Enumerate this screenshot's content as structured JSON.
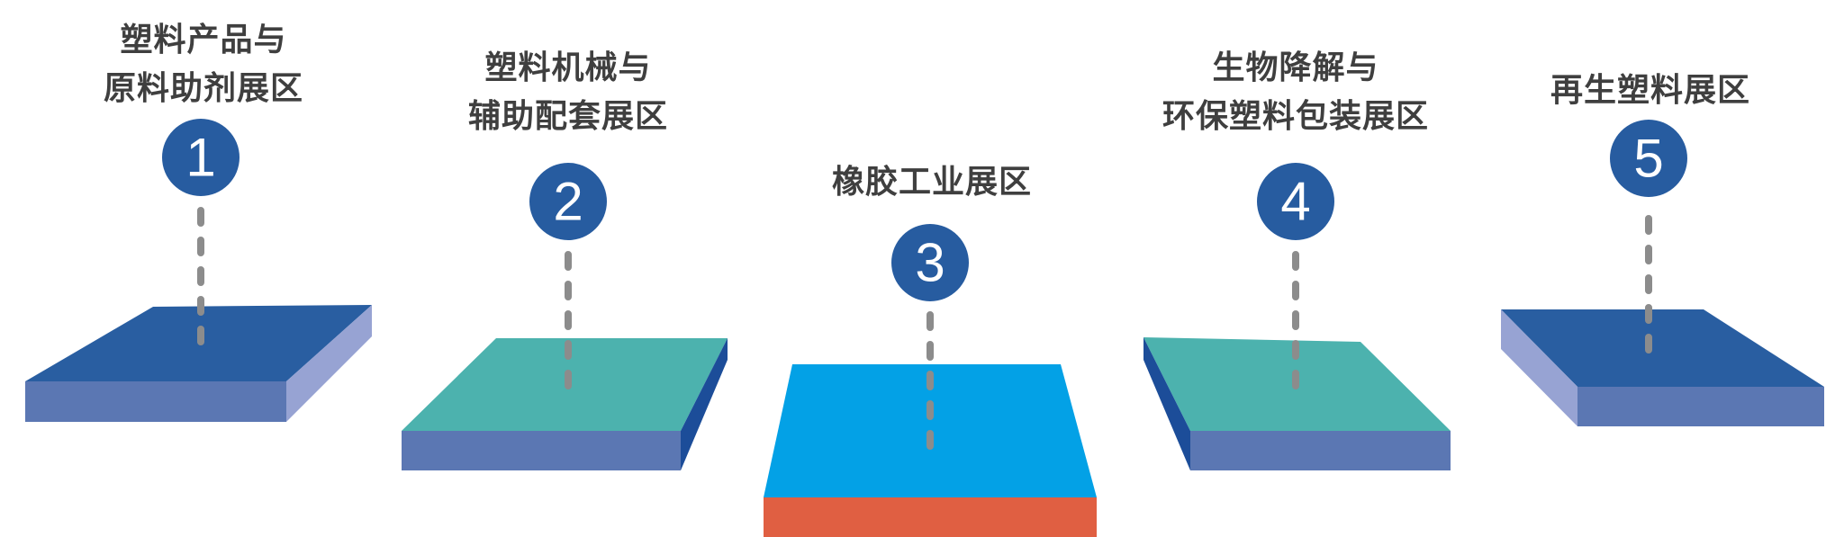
{
  "colors": {
    "badge": "#275ca0",
    "badge_text": "#ffffff",
    "connector": "#8c8c8c",
    "label_text": "#3f3f3f",
    "platform_dark_blue": "#295ea1",
    "platform_dark_blue_front": "#5b77b3",
    "platform_dark_blue_side": "#97a3d3",
    "platform_teal": "#4cb2ae",
    "platform_teal_front": "#5b77b3",
    "platform_teal_side": "#1c4d99",
    "platform_sky_blue": "#03a1e6",
    "platform_sky_blue_front": "#e05f42"
  },
  "zones": [
    {
      "number": "1",
      "label_lines": [
        "塑料产品与",
        "原料助剂展区"
      ]
    },
    {
      "number": "2",
      "label_lines": [
        "塑料机械与",
        "辅助配套展区"
      ]
    },
    {
      "number": "3",
      "label_lines": [
        "橡胶工业展区"
      ]
    },
    {
      "number": "4",
      "label_lines": [
        "生物降解与",
        "环保塑料包装展区"
      ]
    },
    {
      "number": "5",
      "label_lines": [
        "再生塑料展区"
      ]
    }
  ]
}
